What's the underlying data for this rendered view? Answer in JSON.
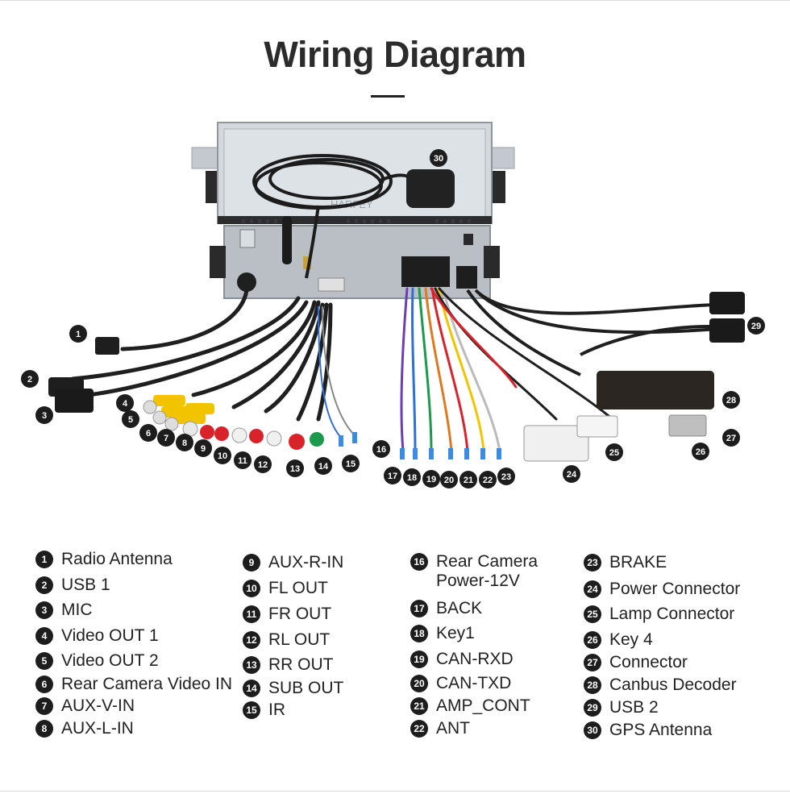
{
  "title": "Wiring Diagram",
  "brand_watermark": "HARFEY",
  "colors": {
    "badge": "#1d1d1d",
    "rca_yellow": "#f2c400",
    "rca_red": "#d8232a",
    "rca_white": "#f0f0f0",
    "rca_green": "#1a9a4a",
    "unit_body": "#c9ced4"
  },
  "legend": [
    {
      "num": "1",
      "label": "Radio Antenna"
    },
    {
      "num": "2",
      "label": "USB 1"
    },
    {
      "num": "3",
      "label": "MIC"
    },
    {
      "num": "4",
      "label": "Video OUT 1"
    },
    {
      "num": "5",
      "label": "Video OUT 2"
    },
    {
      "num": "6",
      "label": "Rear Camera Video IN"
    },
    {
      "num": "7",
      "label": "AUX-V-IN"
    },
    {
      "num": "8",
      "label": "AUX-L-IN"
    },
    {
      "num": "9",
      "label": "AUX-R-IN"
    },
    {
      "num": "10",
      "label": "FL OUT"
    },
    {
      "num": "11",
      "label": "FR OUT"
    },
    {
      "num": "12",
      "label": "RL OUT"
    },
    {
      "num": "13",
      "label": "RR OUT"
    },
    {
      "num": "14",
      "label": "SUB OUT"
    },
    {
      "num": "15",
      "label": "IR"
    },
    {
      "num": "16",
      "label": "Rear Camera\nPower-12V"
    },
    {
      "num": "17",
      "label": "BACK"
    },
    {
      "num": "18",
      "label": "Key1"
    },
    {
      "num": "19",
      "label": "CAN-RXD"
    },
    {
      "num": "20",
      "label": "CAN-TXD"
    },
    {
      "num": "21",
      "label": "AMP_CONT"
    },
    {
      "num": "22",
      "label": "ANT"
    },
    {
      "num": "23",
      "label": "BRAKE"
    },
    {
      "num": "24",
      "label": "Power Connector"
    },
    {
      "num": "25",
      "label": "Lamp Connector"
    },
    {
      "num": "26",
      "label": "Key 4"
    },
    {
      "num": "27",
      "label": "Connector"
    },
    {
      "num": "28",
      "label": "Canbus Decoder"
    },
    {
      "num": "29",
      "label": "USB 2"
    },
    {
      "num": "30",
      "label": "GPS Antenna"
    }
  ],
  "callouts": [
    "1",
    "2",
    "3",
    "4",
    "5",
    "6",
    "7",
    "8",
    "9",
    "10",
    "11",
    "12",
    "13",
    "14",
    "15",
    "16",
    "17",
    "18",
    "19",
    "20",
    "21",
    "22",
    "23",
    "24",
    "25",
    "26",
    "27",
    "28",
    "29",
    "30"
  ]
}
